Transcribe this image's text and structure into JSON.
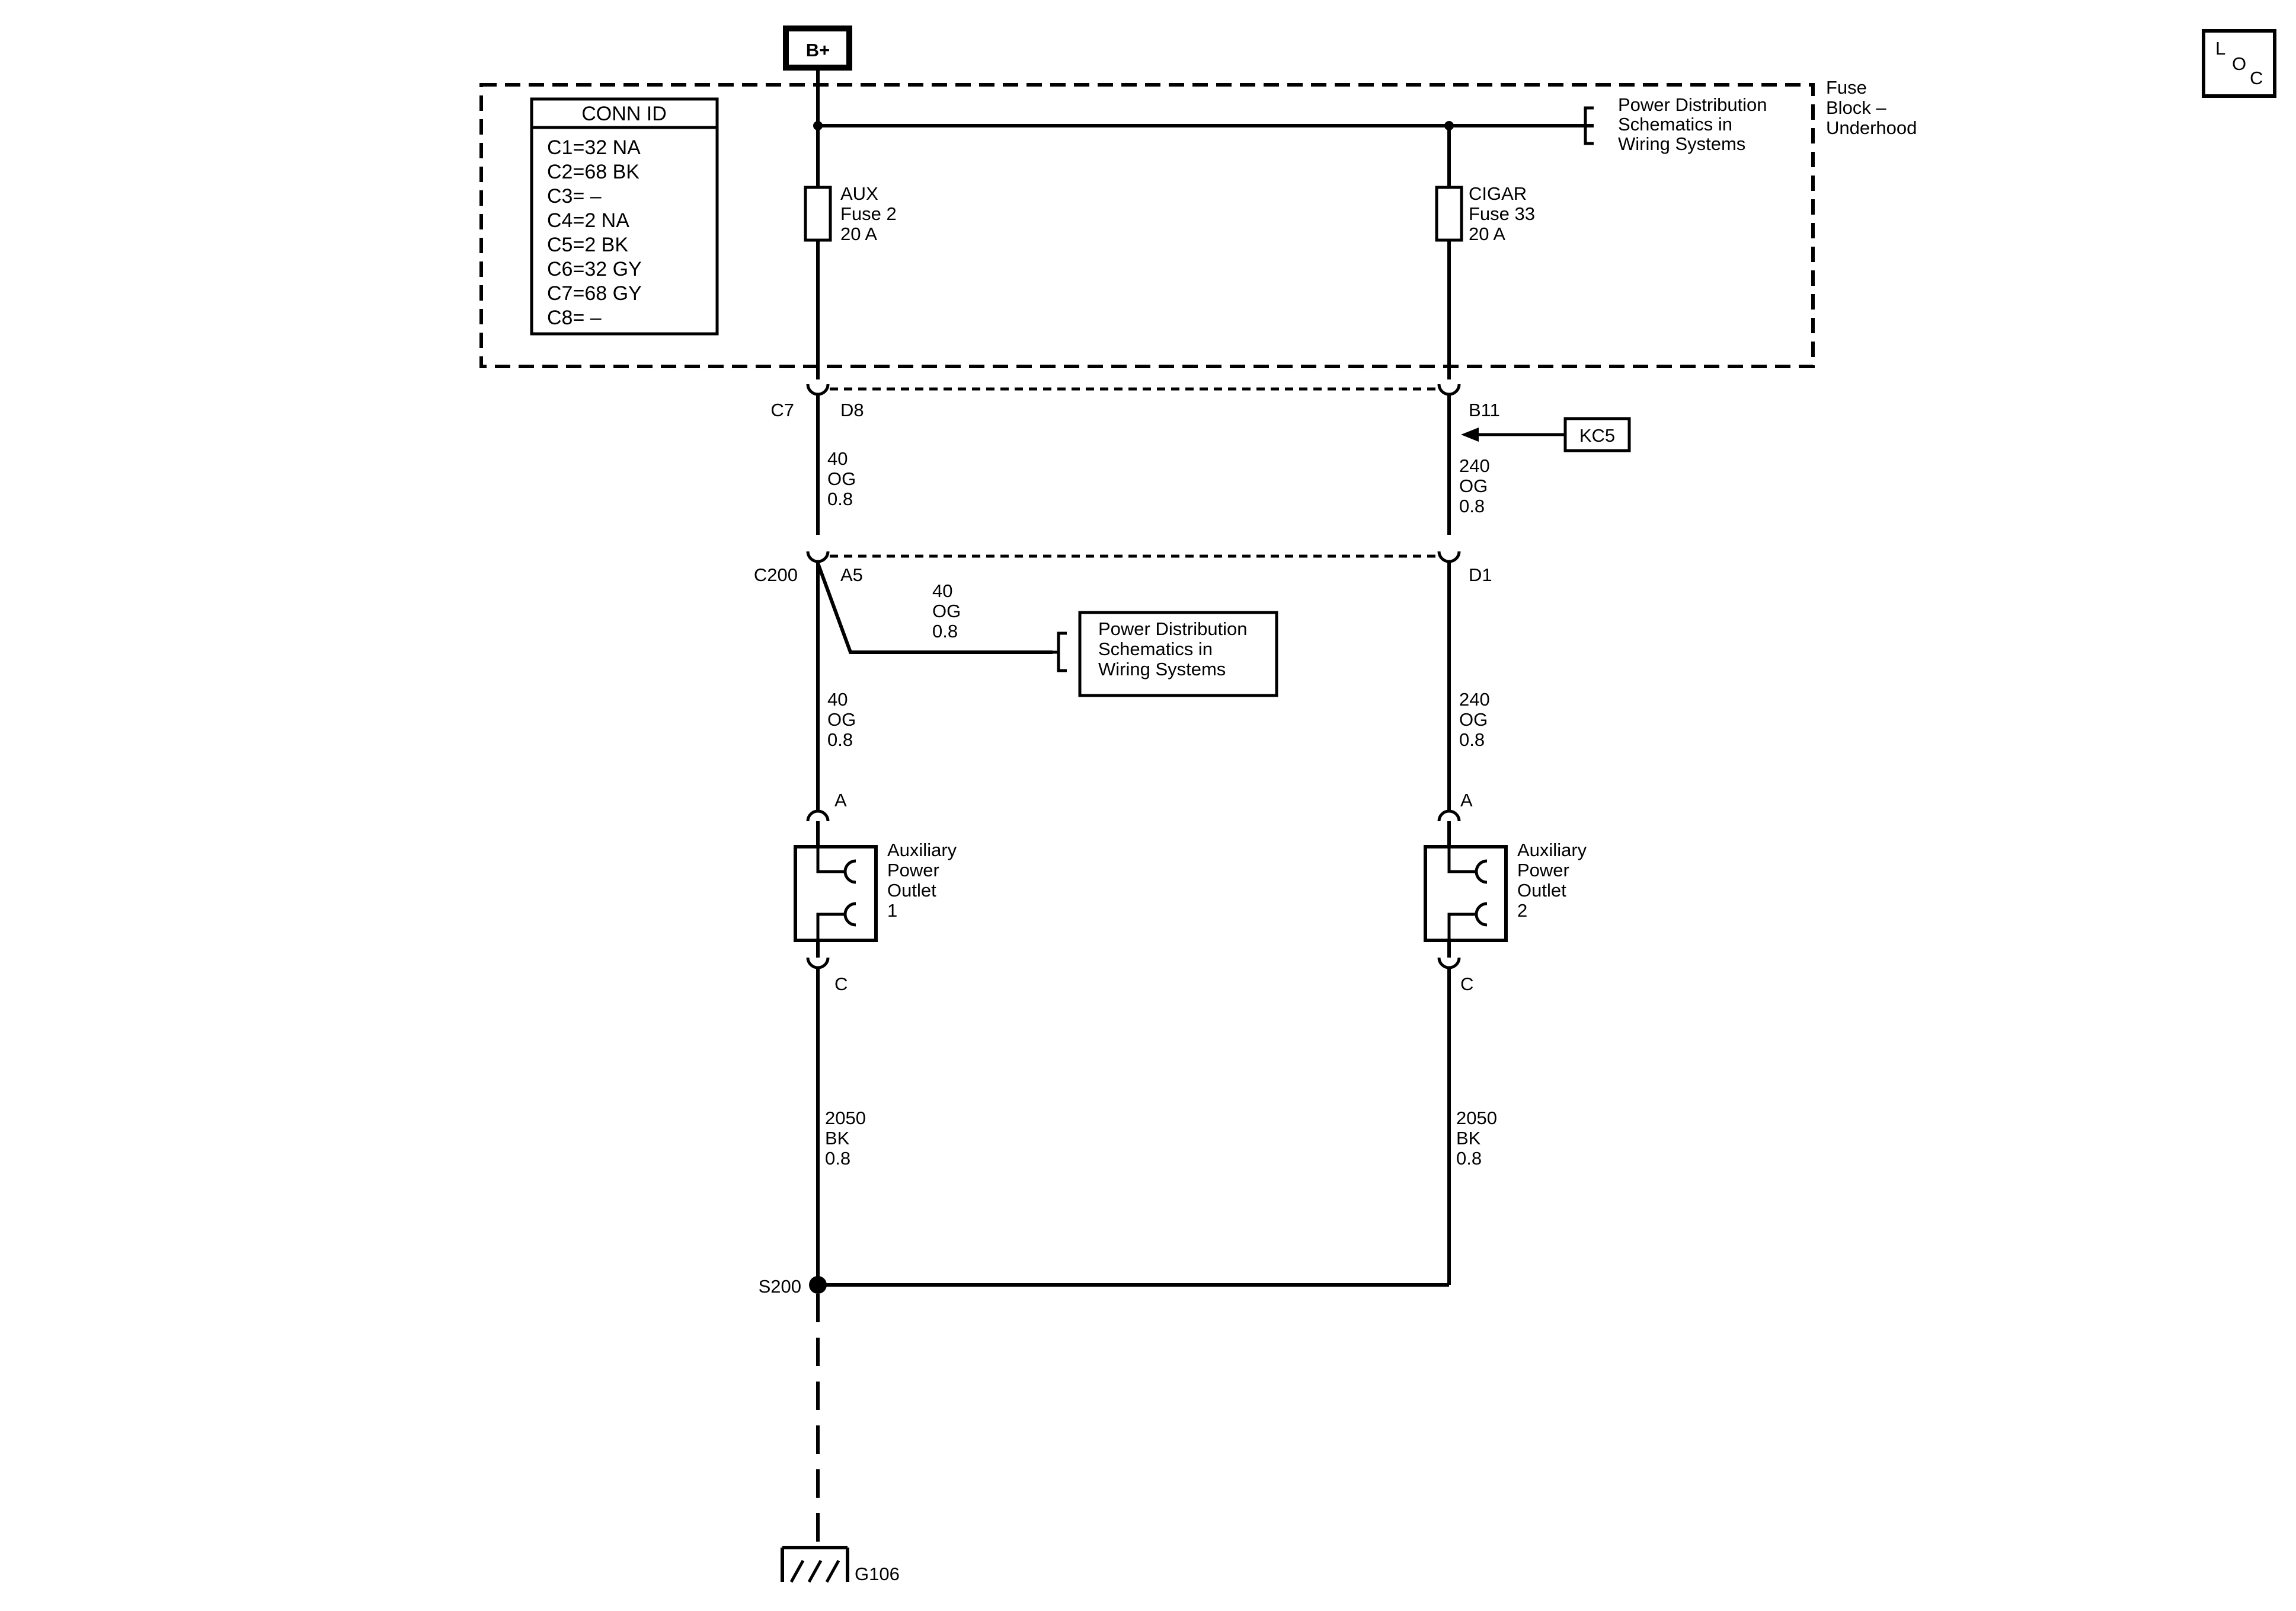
{
  "battery": {
    "label": "B+"
  },
  "loc_icon": {
    "letters": [
      "L",
      "O",
      "C"
    ]
  },
  "fuse_block": {
    "label": [
      "Fuse",
      "Block –",
      "Underhood"
    ]
  },
  "conn_id": {
    "title": "CONN ID",
    "rows": [
      "C1=32 NA",
      "C2=68 BK",
      "C3= –",
      "C4=2 NA",
      "C5=2 BK",
      "C6=32 GY",
      "C7=68 GY",
      "C8= –"
    ]
  },
  "power_dist_ref_top": {
    "lines": [
      "Power Distribution",
      "Schematics in",
      "Wiring Systems"
    ]
  },
  "power_dist_ref_mid": {
    "lines": [
      "Power Distribution",
      "Schematics in",
      "Wiring Systems"
    ]
  },
  "fuses": [
    {
      "lines": [
        "AUX",
        "Fuse 2",
        "20 A"
      ]
    },
    {
      "lines": [
        "CIGAR",
        "Fuse 33",
        "20 A"
      ]
    }
  ],
  "connectors": {
    "c7": "C7",
    "d8": "D8",
    "b11": "B11",
    "c200": "C200",
    "a5": "A5",
    "d1": "D1",
    "left_a": "A",
    "right_a": "A",
    "left_c": "C",
    "right_c": "C"
  },
  "option_code": "KC5",
  "wires": {
    "left_upper": [
      "40",
      "OG",
      "0.8"
    ],
    "right_upper": [
      "240",
      "OG",
      "0.8"
    ],
    "branch": [
      "40",
      "OG",
      "0.8"
    ],
    "left_mid": [
      "40",
      "OG",
      "0.8"
    ],
    "right_mid": [
      "240",
      "OG",
      "0.8"
    ],
    "left_ground": [
      "2050",
      "BK",
      "0.8"
    ],
    "right_ground": [
      "2050",
      "BK",
      "0.8"
    ]
  },
  "outlets": [
    {
      "lines": [
        "Auxiliary",
        "Power",
        "Outlet",
        "1"
      ]
    },
    {
      "lines": [
        "Auxiliary",
        "Power",
        "Outlet",
        "2"
      ]
    }
  ],
  "splice": "S200",
  "ground": "G106"
}
